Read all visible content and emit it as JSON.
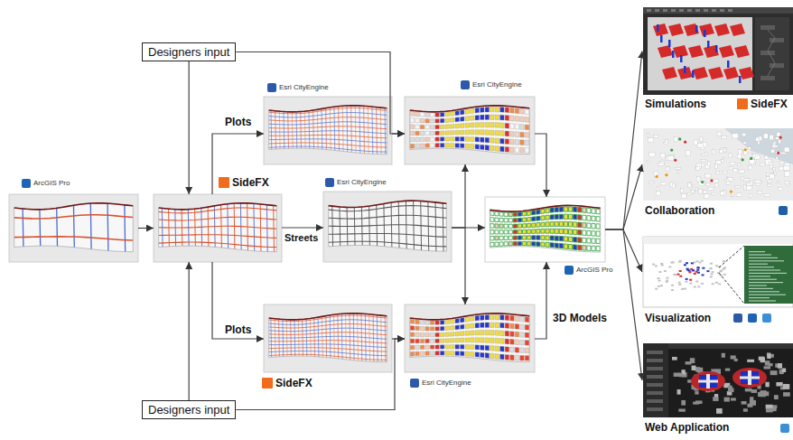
{
  "diagram": {
    "nodes": [
      {
        "text": [
          "Designers input"
        ]
      },
      {
        "text": [
          "Designers input"
        ]
      },
      {
        "text": [
          "ArcGIS Pro"
        ]
      },
      {
        "text": [
          "SideFX"
        ]
      },
      {
        "text": [
          "Esri CityEngine"
        ]
      },
      {
        "text": [
          "Esri CityEngine"
        ]
      },
      {
        "text": [
          "SideFX"
        ]
      },
      {
        "text": [
          "Esri CityEngine"
        ]
      },
      {
        "text": [
          "Esri CityEngine"
        ]
      },
      {
        "text": [
          "ArcGIS Pro"
        ]
      },
      {
        "text": [
          "Simulations",
          "SideFX"
        ]
      },
      {
        "text": [
          "Collaboration"
        ]
      },
      {
        "text": [
          "Visualization"
        ]
      },
      {
        "text": [
          "Web Application"
        ]
      }
    ],
    "edges": [
      {
        "from": 2,
        "to": 3,
        "arrow": "to"
      },
      {
        "from": 0,
        "to": 3,
        "arrow": "to"
      },
      {
        "from": 1,
        "to": 3,
        "arrow": "to"
      },
      {
        "from": 0,
        "to": 7,
        "arrow": "to"
      },
      {
        "from": 1,
        "to": 8,
        "arrow": "to"
      },
      {
        "from": 3,
        "to": 4,
        "label": "Plots",
        "arrow": "to"
      },
      {
        "from": 3,
        "to": 5,
        "label": "Streets",
        "arrow": "to"
      },
      {
        "from": 3,
        "to": 6,
        "label": "Plots",
        "arrow": "to"
      },
      {
        "from": 4,
        "to": 7,
        "arrow": "to"
      },
      {
        "from": 6,
        "to": 8,
        "arrow": "to"
      },
      {
        "from": 5,
        "to": 7,
        "arrow": "to"
      },
      {
        "from": 5,
        "to": 8,
        "arrow": "to"
      },
      {
        "from": 5,
        "to": 9,
        "arrow": "to"
      },
      {
        "from": 7,
        "to": 9,
        "arrow": "to"
      },
      {
        "from": 8,
        "to": 9,
        "label": "3D Models",
        "arrow": "to"
      },
      {
        "from": 9,
        "to": 10,
        "arrow": "to"
      },
      {
        "from": 9,
        "to": 11,
        "arrow": "to"
      },
      {
        "from": 9,
        "to": 12,
        "arrow": "to"
      },
      {
        "from": 9,
        "to": 13,
        "arrow": "to"
      }
    ]
  }
}
